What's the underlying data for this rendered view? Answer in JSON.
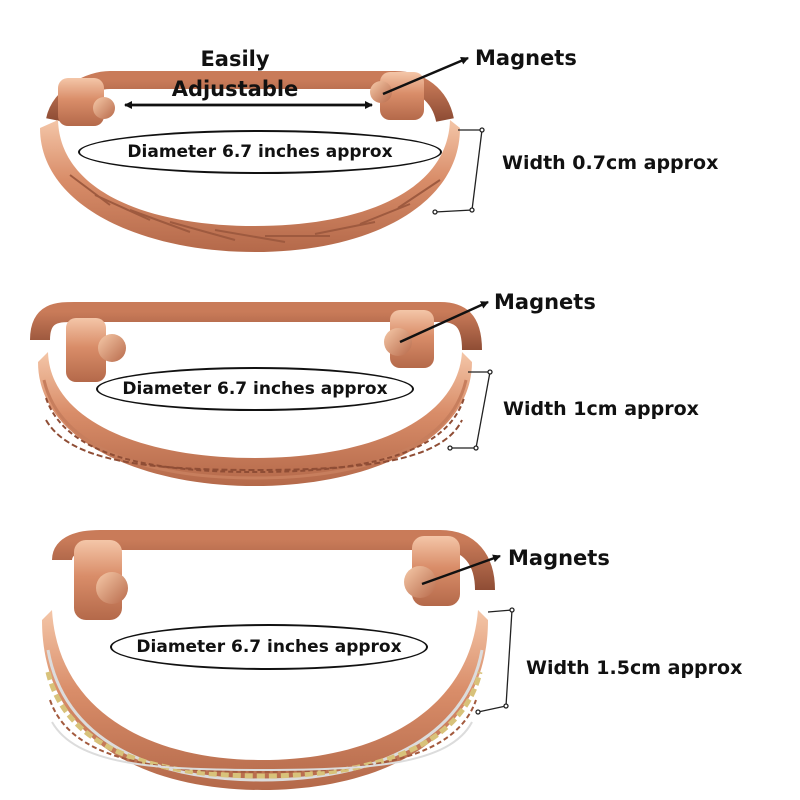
{
  "bracelets": [
    {
      "diameter_label": "Diameter 6.7 inches approx",
      "magnets_label": "Magnets",
      "width_label": "Width 0.7cm approx",
      "adjustable_label_line1": "Easily",
      "adjustable_label_line2": "Adjustable",
      "style": "twisted rope"
    },
    {
      "diameter_label": "Diameter 6.7 inches approx",
      "magnets_label": "Magnets",
      "width_label": "Width 1cm approx",
      "style": "braided bands"
    },
    {
      "diameter_label": "Diameter 6.7 inches approx",
      "magnets_label": "Magnets",
      "width_label": "Width 1.5cm approx",
      "style": "copper, silver and brass weave"
    }
  ],
  "colors": {
    "copper_light": "#f0b896",
    "copper_mid": "#d98d69",
    "copper_dark": "#a35a3e",
    "silver": "#dcdcdc",
    "brass": "#d8c27a"
  }
}
